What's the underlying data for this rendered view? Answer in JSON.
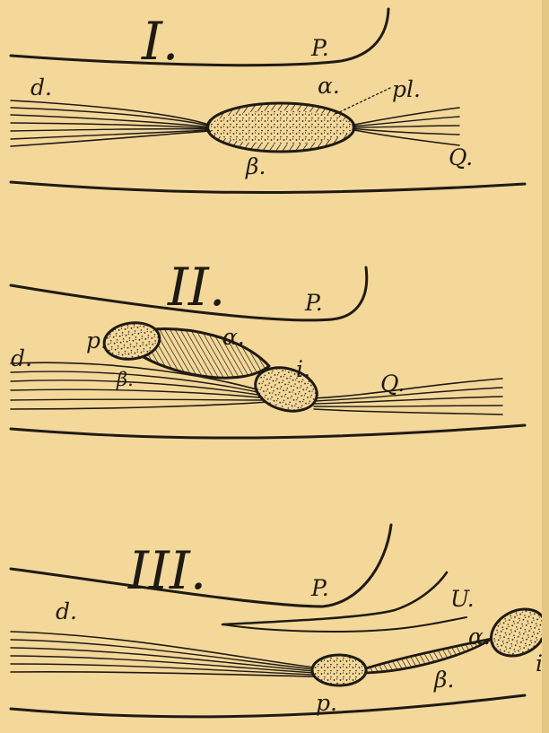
{
  "colors": {
    "paper": "#f3d89a",
    "ink": "#1f1a14"
  },
  "figures": [
    {
      "numeral": "I.",
      "labels": {
        "P": "P.",
        "d": "d.",
        "alpha": "α.",
        "pl": "pl.",
        "beta": "β.",
        "Q": "Q."
      }
    },
    {
      "numeral": "II.",
      "labels": {
        "P": "P.",
        "p": "p.",
        "alpha": "α.",
        "d": "d.",
        "beta": "β.",
        "i": "i.",
        "Q": "Q."
      }
    },
    {
      "numeral": "III.",
      "labels": {
        "P": "P.",
        "U": "U.",
        "d": "d.",
        "alpha": "α.",
        "i": "i",
        "beta": "β.",
        "p": "p."
      }
    }
  ]
}
